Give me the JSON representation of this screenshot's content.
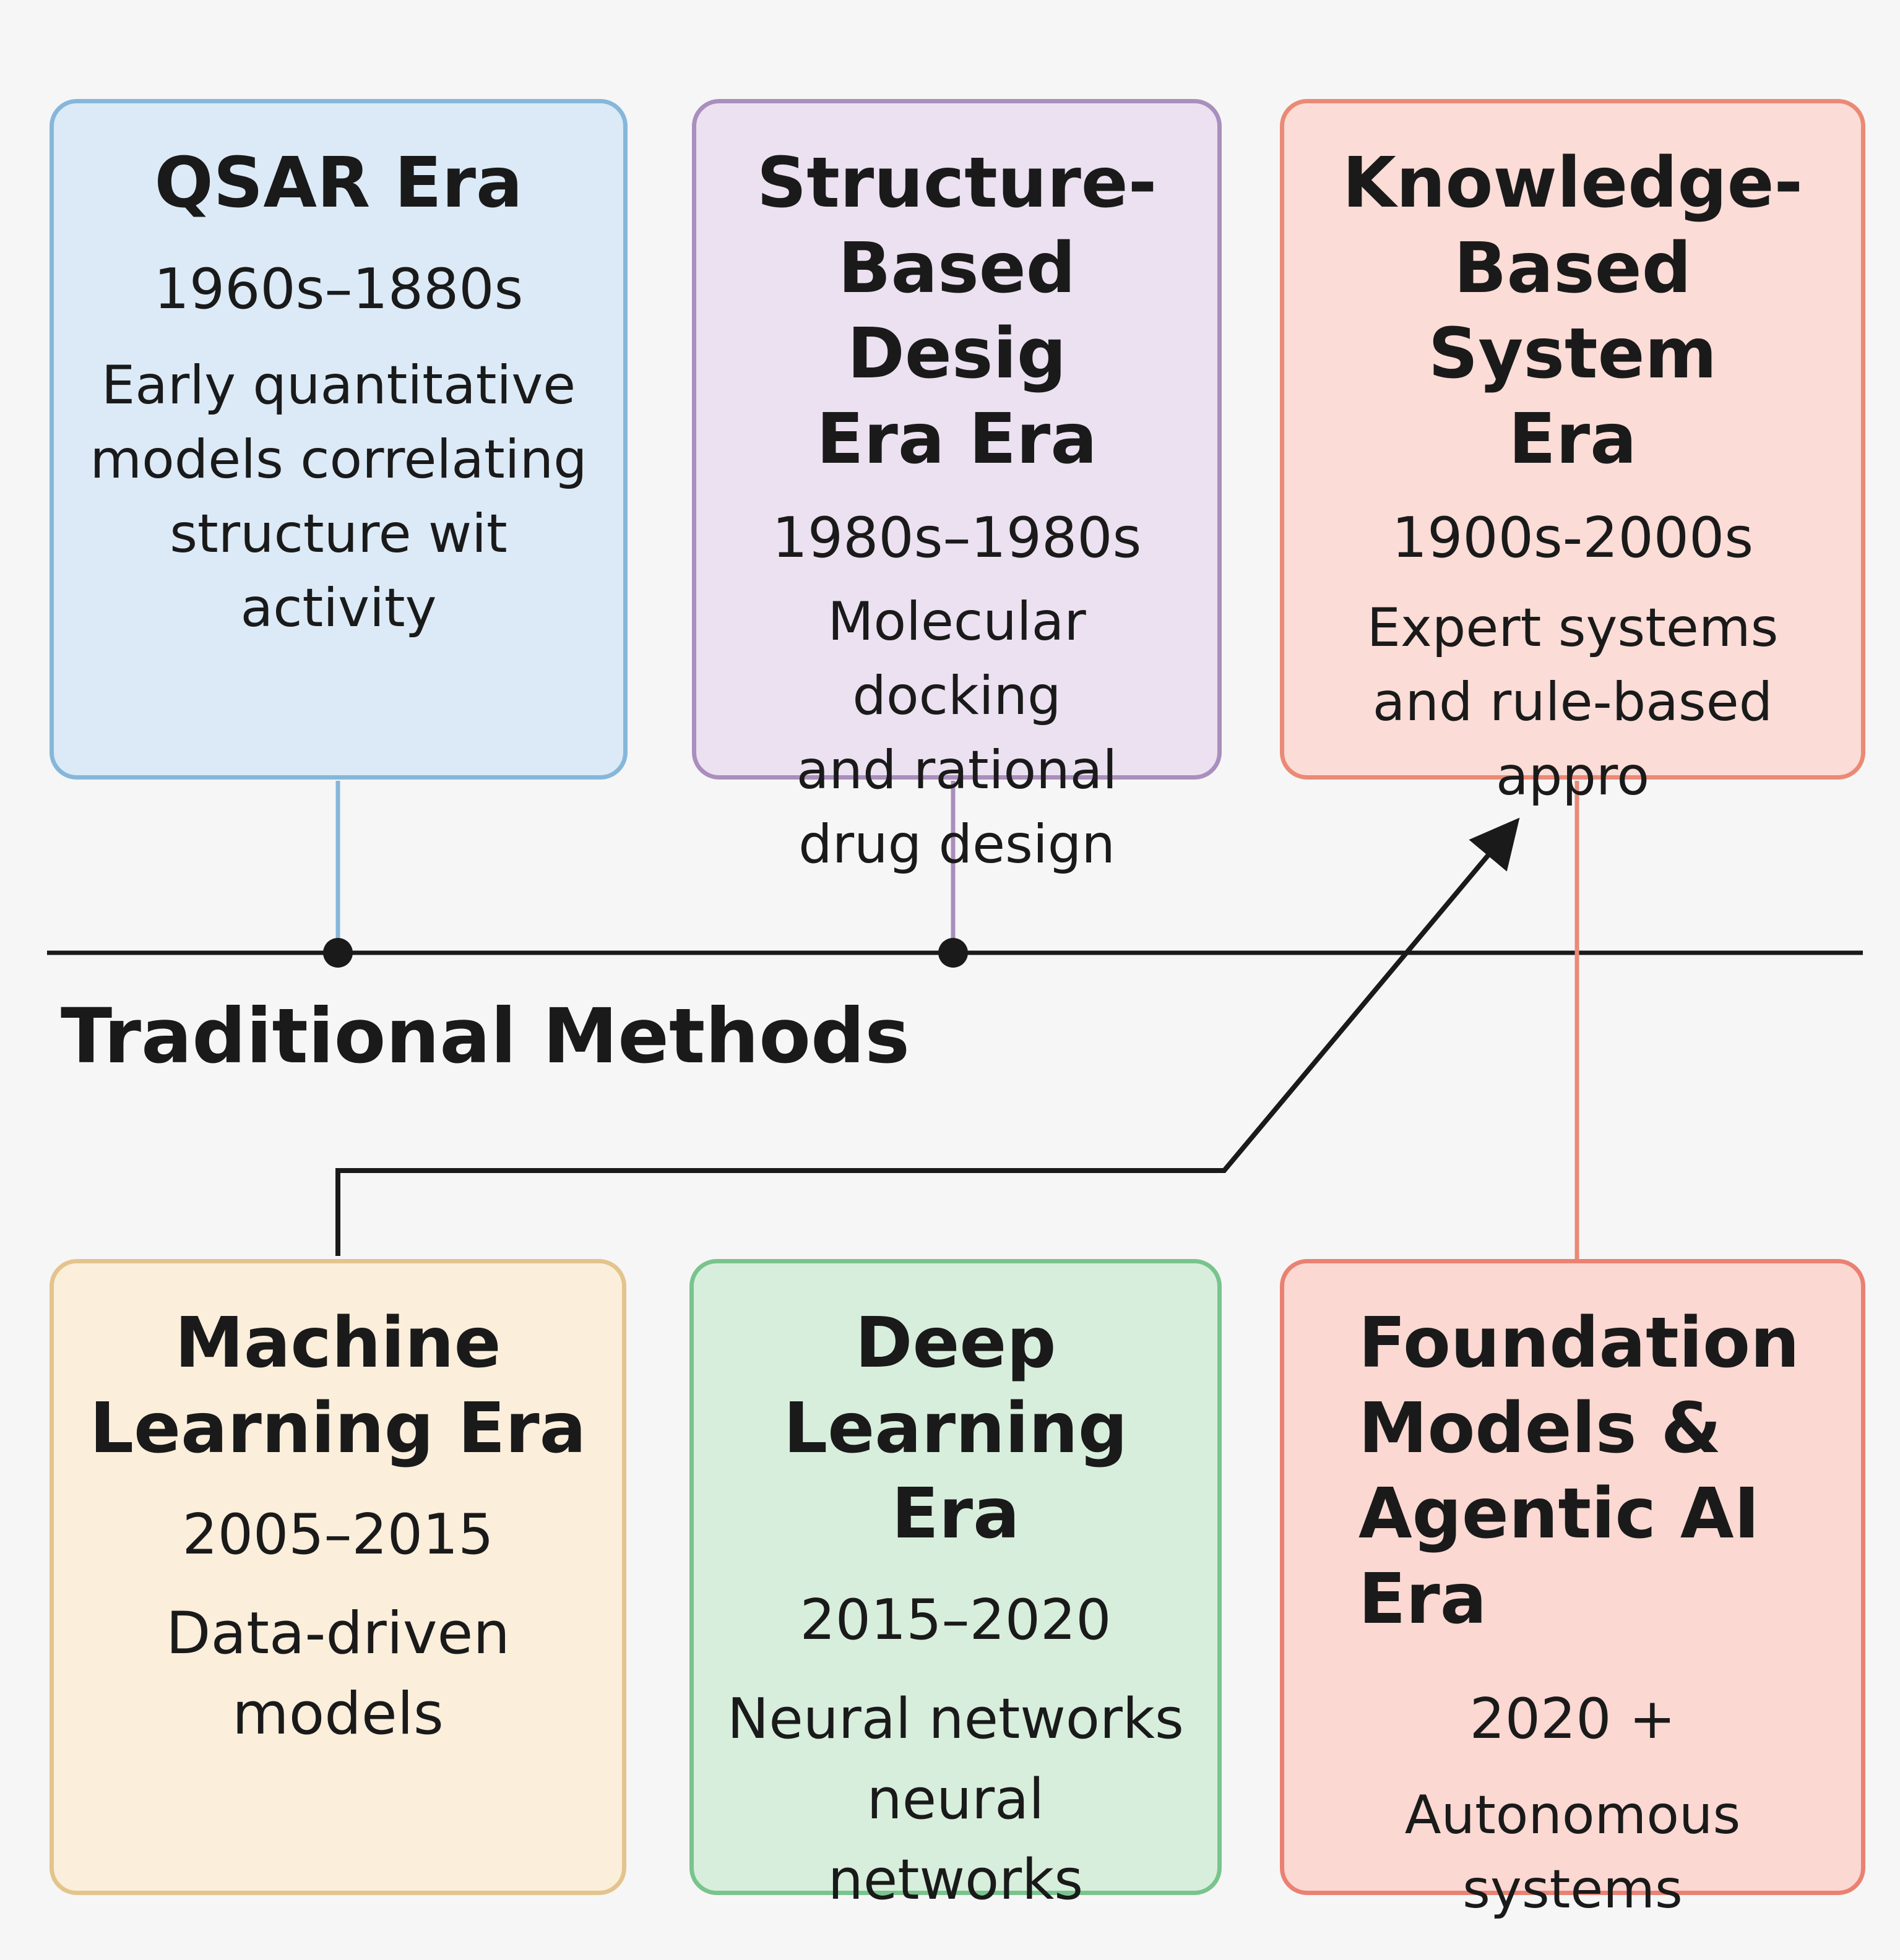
{
  "section_label": "Traditional Methods",
  "colors": {
    "timeline": "#1a1a1a",
    "qsar_border": "#86b7da",
    "structure_border": "#a98fbd",
    "knowledge_border": "#ea8a76",
    "foundation_border": "#ea8172"
  },
  "eras": {
    "qsar": {
      "title": "QSAR Era",
      "years": "1960s–1880s",
      "desc": [
        "Early quantitative",
        "models correlating",
        "structure wit activity"
      ]
    },
    "structure": {
      "title": [
        "Structure-",
        "Based Desig",
        "Era Era"
      ],
      "years": "1980s–1980s",
      "desc": [
        "Molecular docking",
        "and rational",
        "drug design"
      ]
    },
    "knowledge": {
      "title": [
        "Knowledge-",
        "Based System",
        "Era"
      ],
      "years": "1900s-2000s",
      "desc": [
        "Expert systems",
        "and rule-based appro"
      ]
    },
    "ml": {
      "title": [
        "Machine",
        "Learning Era"
      ],
      "years": "2005–2015",
      "desc": [
        "Data-driven",
        "models"
      ]
    },
    "dl": {
      "title": [
        "Deep",
        "Learning Era"
      ],
      "years": "2015–2020",
      "desc": [
        "Neural networks",
        "neural",
        "networks"
      ]
    },
    "foundation": {
      "title": [
        "Foundation",
        "Models &",
        "Agentic AI Era"
      ],
      "years": "2020 +",
      "desc": [
        "Autonomous systems"
      ]
    }
  }
}
